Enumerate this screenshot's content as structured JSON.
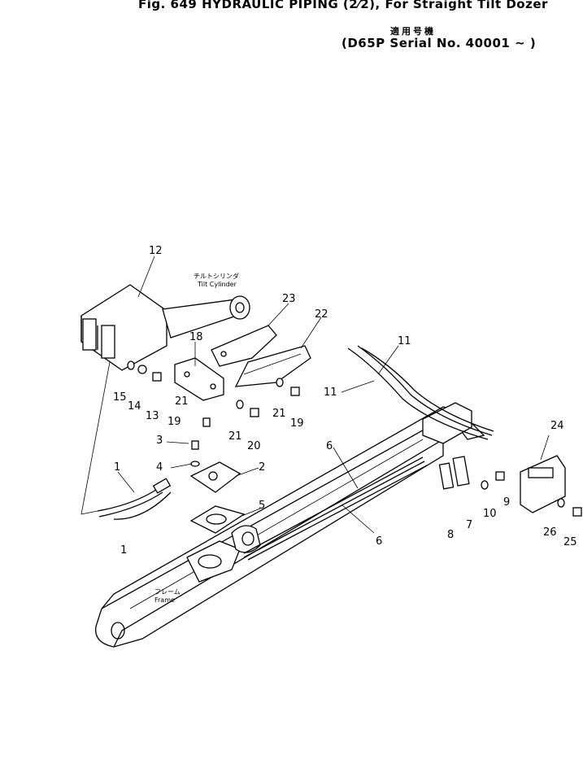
{
  "header": {
    "figure_title": "Fig. 649   HYDRAULIC PIPING (2⁄2), For Straight Tilt Dozer",
    "serial_jp": "適用号機",
    "serial_line": "(D65P Serial No. 40001 ~ )"
  },
  "labels": {
    "tilt_cylinder_jp": "チルトシリンダ",
    "tilt_cylinder": "Tilt Cylinder",
    "frame_jp": "フレーム",
    "frame": "Frame"
  },
  "callouts": [
    {
      "id": "c12",
      "text": "12"
    },
    {
      "id": "c23",
      "text": "23"
    },
    {
      "id": "c22",
      "text": "22"
    },
    {
      "id": "c18",
      "text": "18"
    },
    {
      "id": "c11a",
      "text": "11"
    },
    {
      "id": "c11b",
      "text": "11"
    },
    {
      "id": "c15",
      "text": "15"
    },
    {
      "id": "c14",
      "text": "14"
    },
    {
      "id": "c13",
      "text": "13"
    },
    {
      "id": "c21a",
      "text": "21"
    },
    {
      "id": "c21b",
      "text": "21"
    },
    {
      "id": "c21c",
      "text": "21"
    },
    {
      "id": "c19a",
      "text": "19"
    },
    {
      "id": "c19b",
      "text": "19"
    },
    {
      "id": "c20",
      "text": "20"
    },
    {
      "id": "c3",
      "text": "3"
    },
    {
      "id": "c4",
      "text": "4"
    },
    {
      "id": "c2",
      "text": "2"
    },
    {
      "id": "c1a",
      "text": "1"
    },
    {
      "id": "c1b",
      "text": "1"
    },
    {
      "id": "c5",
      "text": "5"
    },
    {
      "id": "c6a",
      "text": "6"
    },
    {
      "id": "c6b",
      "text": "6"
    },
    {
      "id": "c24",
      "text": "24"
    },
    {
      "id": "c9",
      "text": "9"
    },
    {
      "id": "c10",
      "text": "10"
    },
    {
      "id": "c7",
      "text": "7"
    },
    {
      "id": "c8",
      "text": "8"
    },
    {
      "id": "c26",
      "text": "26"
    },
    {
      "id": "c25",
      "text": "25"
    }
  ]
}
